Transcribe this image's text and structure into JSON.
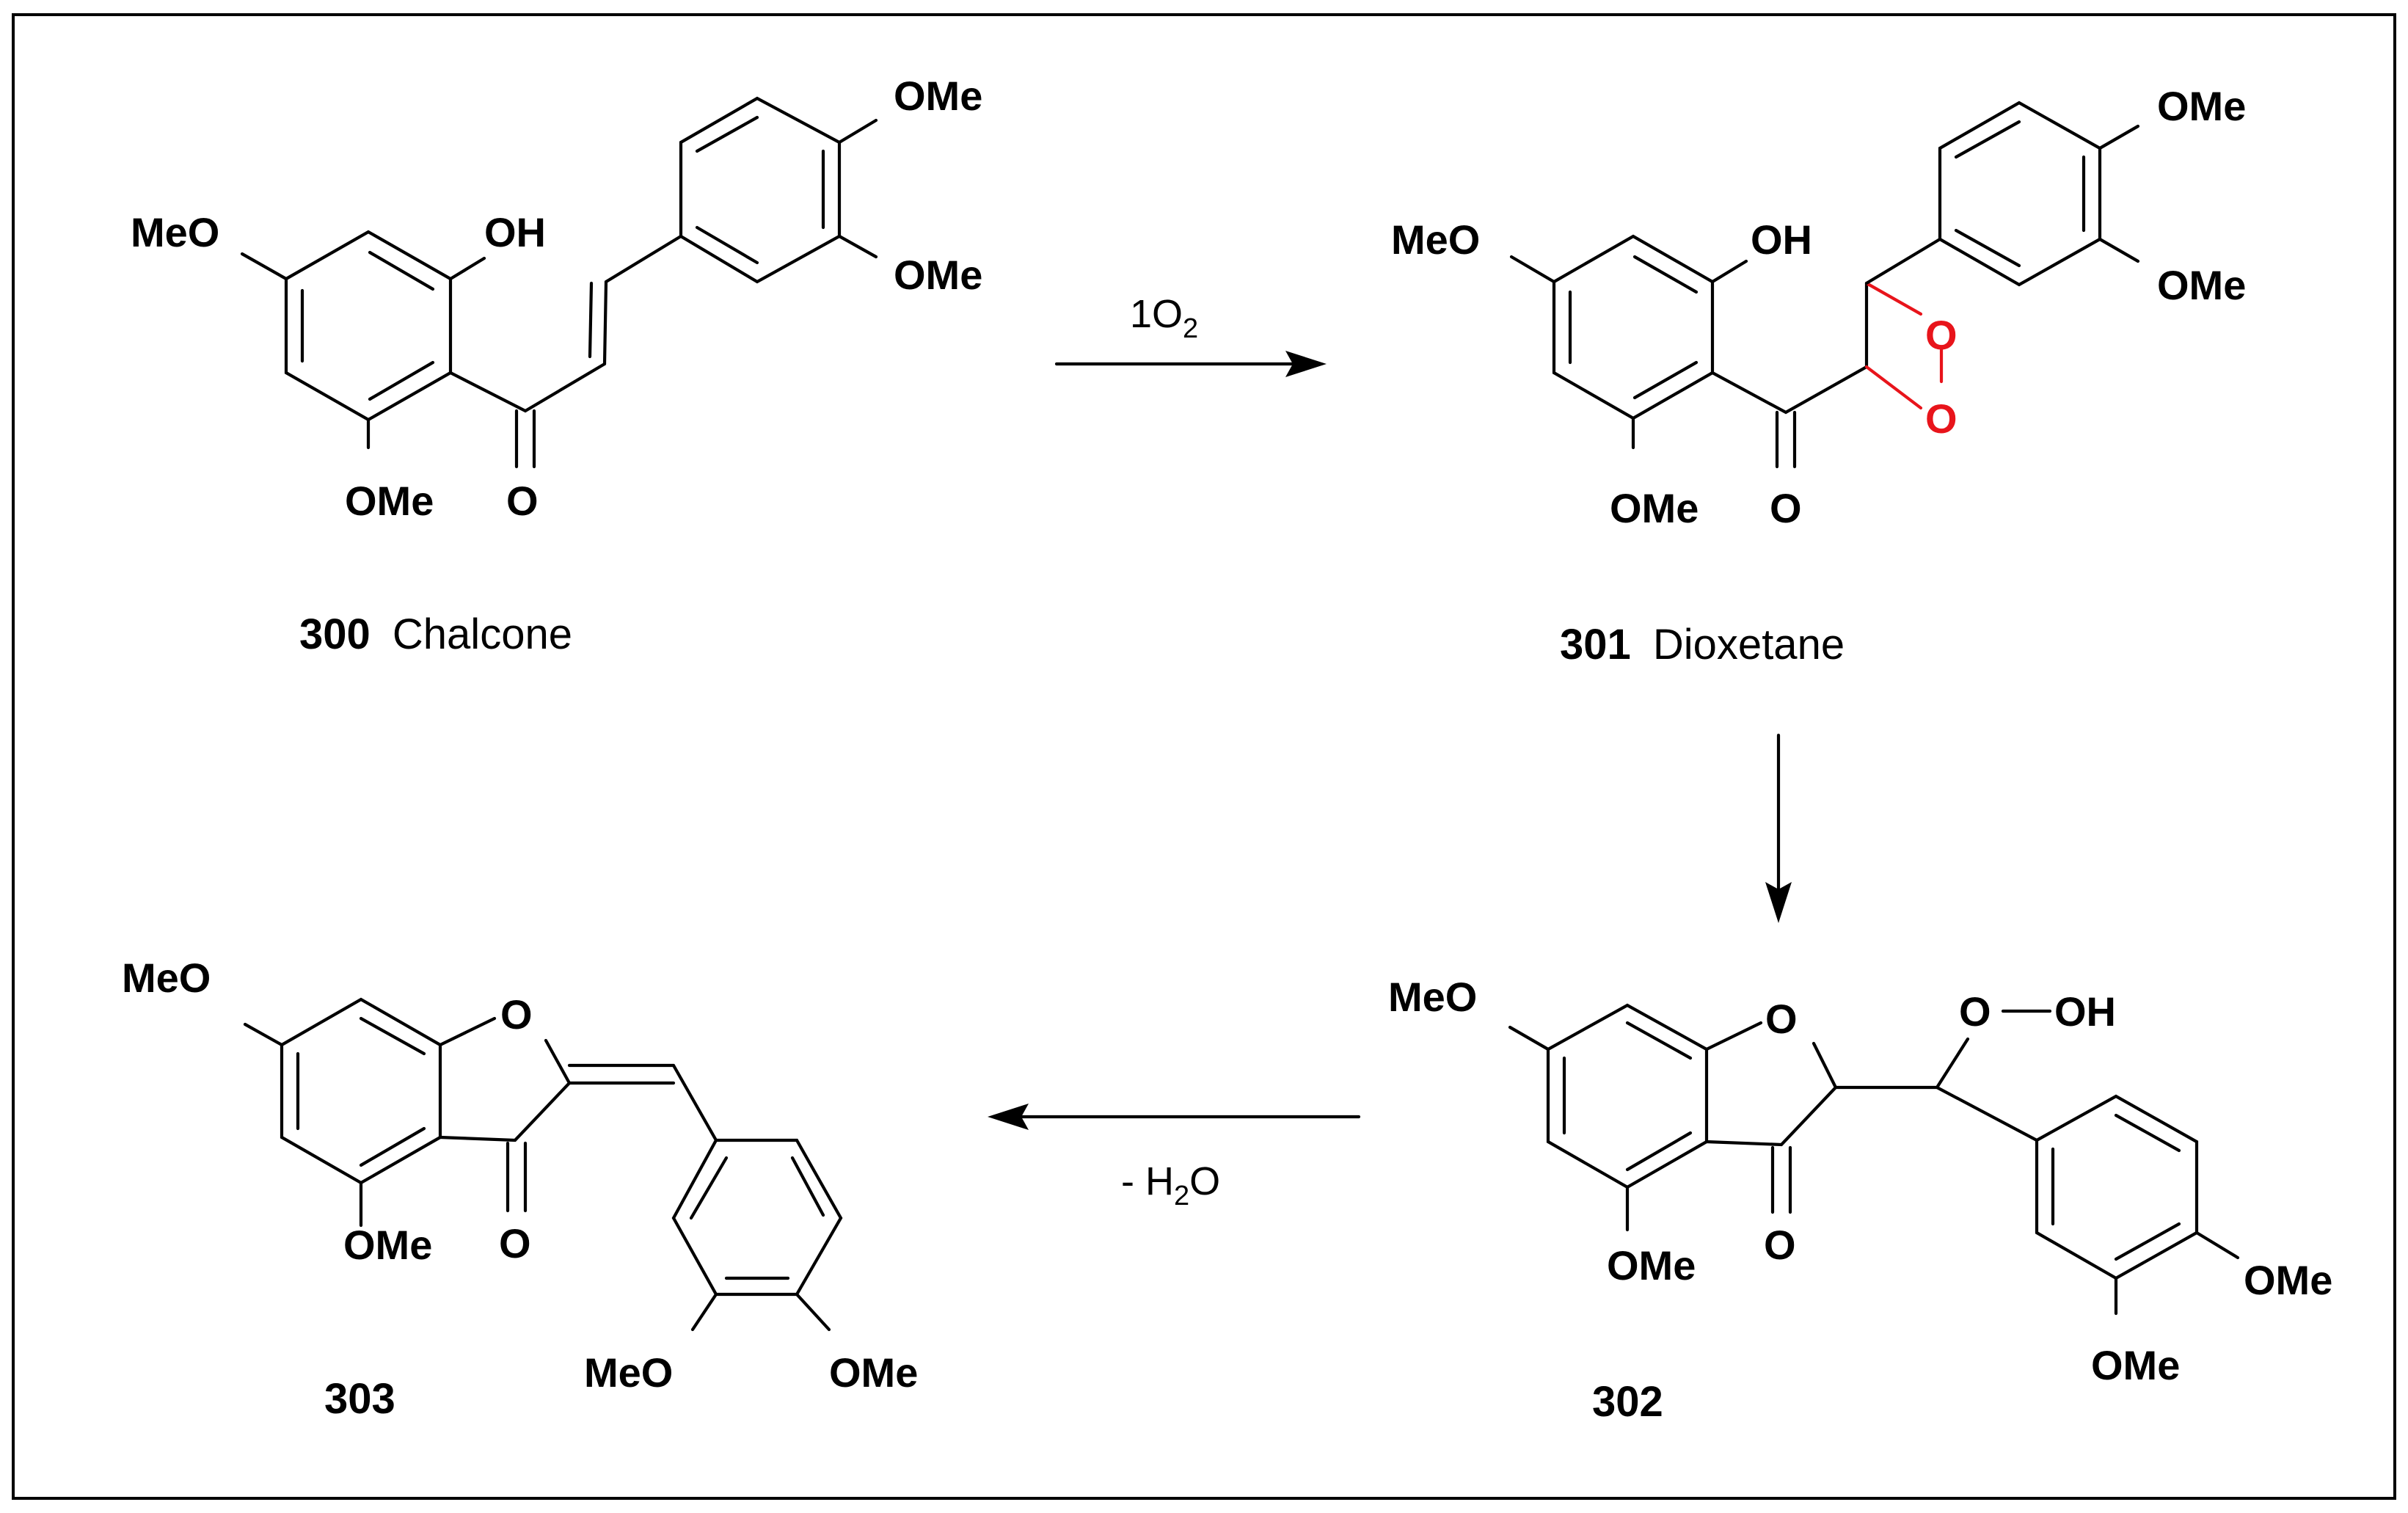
{
  "labels": {
    "c300_num": "300",
    "c300_name": "Chalcone",
    "c301_num": "301",
    "c301_name": "Dioxetane",
    "c302_num": "302",
    "c303_num": "303"
  },
  "reagents": {
    "step1_main": "1O",
    "step1_sub": "2",
    "step3_prefix": "- H",
    "step3_sub": "2",
    "step3_suffix": "O"
  },
  "atoms": {
    "meo": "MeO",
    "ome": "OMe",
    "oh": "OH",
    "o": "O",
    "ooh_o": "O",
    "ooh_oh": "OH"
  },
  "colors": {
    "highlight": "#e8141b",
    "ink": "#000000"
  }
}
